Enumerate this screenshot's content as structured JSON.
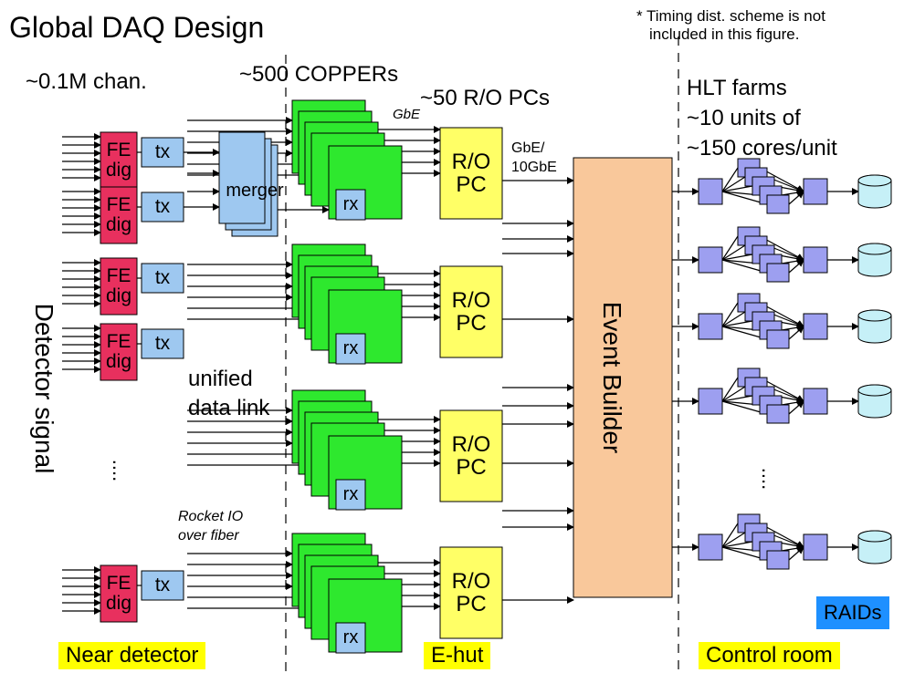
{
  "title": "Global DAQ Design",
  "note": {
    "line1": "* Timing dist. scheme is not",
    "line2": "included in this figure."
  },
  "labels": {
    "channels": "~0.1M chan.",
    "coppers": "~500 COPPERs",
    "ro_pcs": "~50 R/O PCs",
    "gbe": "GbE",
    "gbe_10gbe_1": "GbE/",
    "gbe_10gbe_2": "10GbE",
    "hlt_1": "HLT farms",
    "hlt_2": "~10 units of",
    "hlt_3": "~150 cores/unit",
    "unified_1": "unified",
    "unified_2": "data link",
    "rocket_1": "Rocket IO",
    "rocket_2": "over fiber",
    "detector_signal": "Detector signal",
    "dots": "....",
    "near_detector": "Near detector",
    "ehut": "E-hut",
    "control_room": "Control room",
    "raids": "RAIDs"
  },
  "blocks": {
    "fe_1": "FE",
    "fe_2": "dig",
    "tx": "tx",
    "merger": "merger",
    "rx": "rx",
    "ro_1": "R/O",
    "ro_2": "PC",
    "event_builder": "Event Builder"
  },
  "colors": {
    "fe": "#e8305e",
    "tx": "#9ec8f0",
    "copper": "#2ee82e",
    "ro_pc": "#ffff66",
    "event_builder": "#f9c89b",
    "hlt": "#9d9ff0",
    "raid_disk": "#c6f0f7",
    "tag": "#ffff00",
    "raids_bg": "#1e90ff"
  }
}
